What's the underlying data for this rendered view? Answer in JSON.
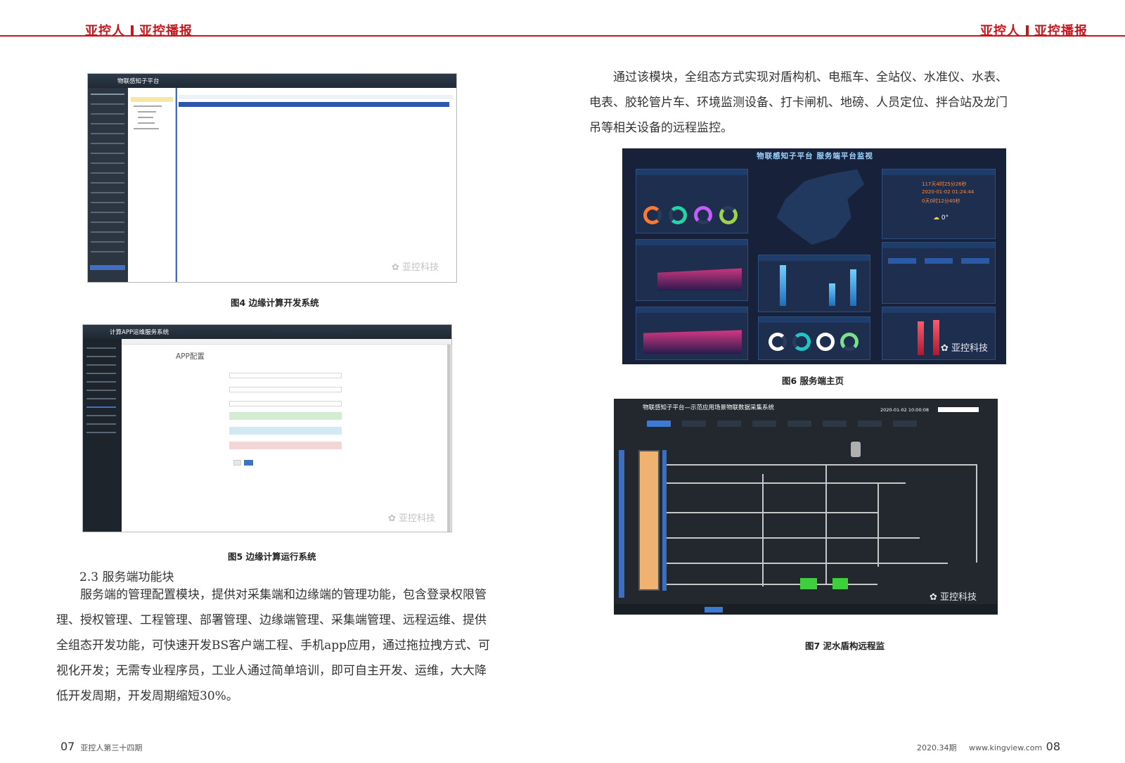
{
  "header": {
    "brand_a": "亚控人",
    "brand_b": "亚控播报"
  },
  "right_column": {
    "intro_lines": [
      "通过该模块，全组态方式实现对盾构机、电瓶车、全站仪、水准仪、水表、",
      "电表、胶轮管片车、环境监测设备、打卡闸机、地磅、人员定位、拌合站及龙门",
      "吊等相关设备的远程监控。"
    ]
  },
  "figures": {
    "fig4": {
      "caption": "图4  边缘计算开发系统",
      "window_title": "物联感知子平台",
      "watermark": "亚控科技"
    },
    "fig5": {
      "caption": "图5  边缘计算运行系统",
      "window_title": "计算APP运维服务系统",
      "heading": "APP配置",
      "watermark": "亚控科技"
    },
    "fig6": {
      "caption": "图6  服务端主页",
      "window_title": "物联感知子平台 服务端平台监视",
      "uptime": "117天4时25分26秒",
      "datetime": "2020-01-02 01:24:44",
      "duration": "0天0时12分40秒",
      "weather": "0°",
      "watermark": "亚控科技"
    },
    "fig7": {
      "caption": "图7  泥水盾构远程监",
      "window_title": "物联感知子平台—示范应用场景物联数据采集系统",
      "datetime": "2020-01-02 10:00:08",
      "watermark": "亚控科技"
    }
  },
  "section": {
    "title": "2.3 服务端功能块",
    "body_lines": [
      "服务端的管理配置模块，提供对采集端和边缘端的管理功能，包含登录权限管",
      "理、授权管理、工程管理、部署管理、边缘端管理、采集端管理、远程运维、提供",
      "全组态开发功能，可快速开发BS客户端工程、手机app应用，通过拖拉拽方式、可",
      "视化开发；无需专业程序员，工业人通过简单培训，即可自主开发、运维，大大降",
      "低开发周期，开发周期缩短30%。"
    ]
  },
  "footer": {
    "left_page": "07",
    "left_issue": "亚控人第三十四期",
    "right_issue": "2020.34期",
    "right_url": "www.kingview.com",
    "right_page": "08"
  },
  "colors": {
    "brand_red": "#c8161d"
  }
}
